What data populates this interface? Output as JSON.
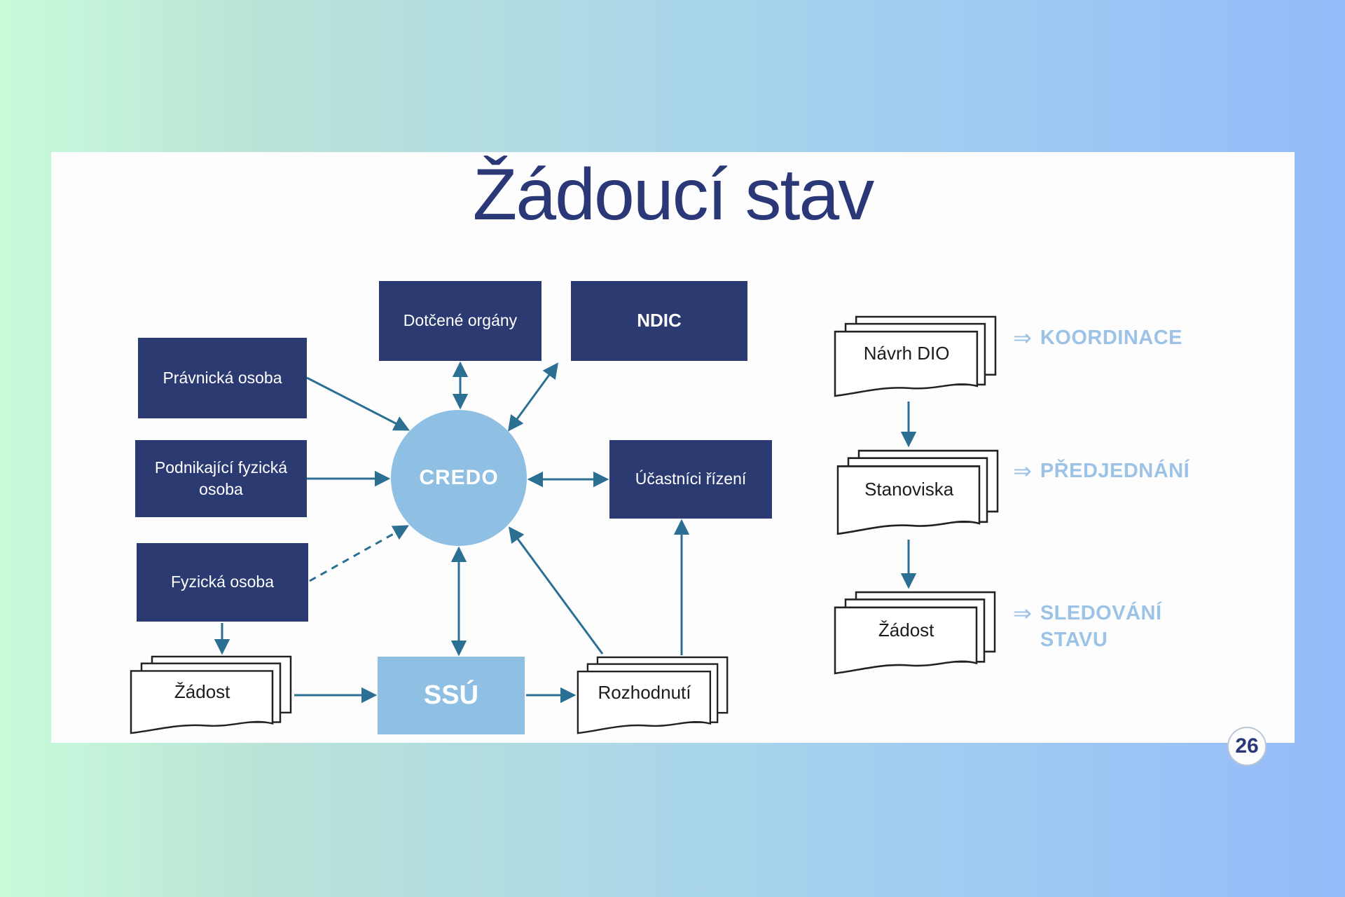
{
  "slide": {
    "title": "Žádoucí stav",
    "page_number": "26"
  },
  "nodes": {
    "dotcene_organy": {
      "label": "Dotčené orgány"
    },
    "ndic": {
      "label": "NDIC"
    },
    "pravnicka_osoba": {
      "label": "Právnická osoba"
    },
    "podnikajici_fyzicka_osoba": {
      "label": "Podnikající fyzická osoba"
    },
    "fyzicka_osoba": {
      "label": "Fyzická osoba"
    },
    "credo": {
      "label": "CREDO"
    },
    "ucastnici_rizeni": {
      "label": "Účastníci řízení"
    },
    "ssu": {
      "label": "SSÚ"
    }
  },
  "documents": {
    "zadost_left": {
      "label": "Žádost"
    },
    "rozhodnuti": {
      "label": "Rozhodnutí"
    },
    "navrh_dio": {
      "label": "Návrh DIO"
    },
    "stanoviska": {
      "label": "Stanoviska"
    },
    "zadost_right": {
      "label": "Žádost"
    }
  },
  "annotations": {
    "koordinace": {
      "arrow": "⇒",
      "label": "KOORDINACE"
    },
    "predjednani": {
      "arrow": "⇒",
      "label": "PŘEDJEDNÁNÍ"
    },
    "sledovani": {
      "arrow": "⇒",
      "label": "SLEDOVÁNÍ STAVU"
    }
  },
  "colors": {
    "background_gradient_start": "#c9fbda",
    "background_gradient_end": "#95bbfa",
    "slide_background": "#fdfdfe",
    "title_navy": "#2a3878",
    "node_navy": "#2c3a72",
    "node_light_blue": "#8fc0e3",
    "edge_teal": "#2b6f93",
    "annotation_blue": "#9cc3e6",
    "document_outline": "#222222"
  }
}
